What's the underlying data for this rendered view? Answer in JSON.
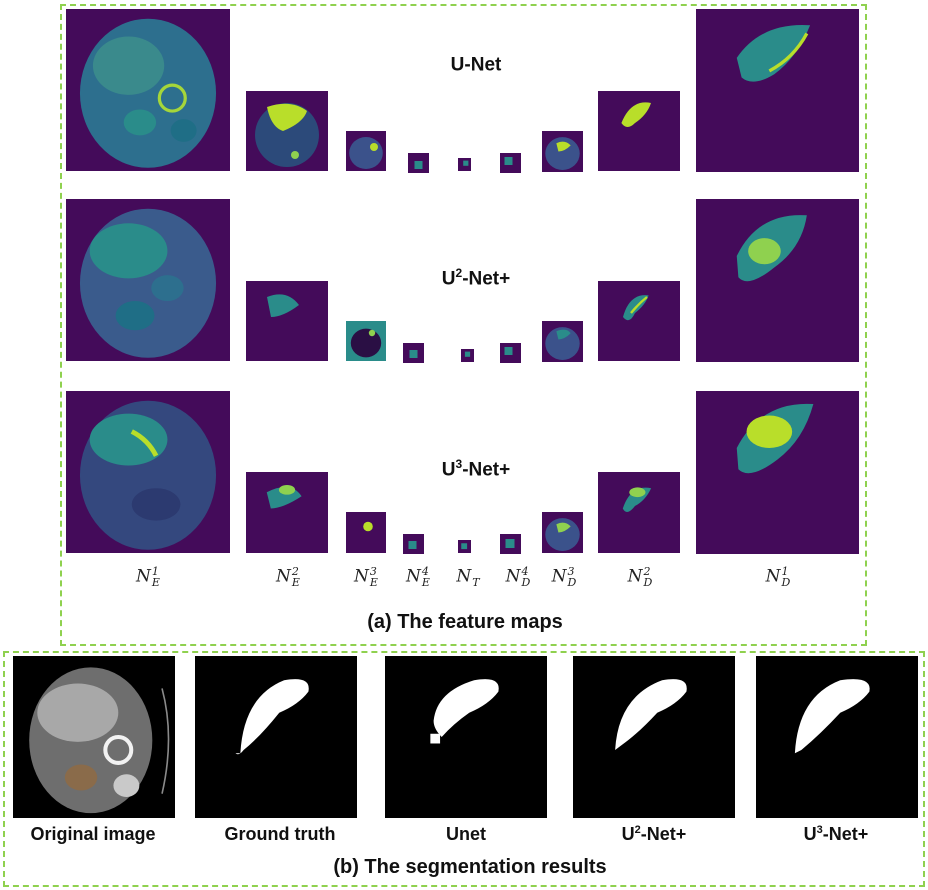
{
  "panel_a": {
    "caption": "(a) The feature maps",
    "rows": [
      {
        "label_base": "U",
        "label_sup": "",
        "label_rest": "-Net"
      },
      {
        "label_base": "U",
        "label_sup": "2",
        "label_rest": "-Net+"
      },
      {
        "label_base": "U",
        "label_sup": "3",
        "label_rest": "-Net+"
      }
    ],
    "columns": [
      {
        "n": "N",
        "sub": "E",
        "sup": "1"
      },
      {
        "n": "N",
        "sub": "E",
        "sup": "2"
      },
      {
        "n": "N",
        "sub": "E",
        "sup": "3"
      },
      {
        "n": "N",
        "sub": "E",
        "sup": "4"
      },
      {
        "n": "N",
        "sub": "T",
        "sup": ""
      },
      {
        "n": "N",
        "sub": "D",
        "sup": "4"
      },
      {
        "n": "N",
        "sub": "D",
        "sup": "3"
      },
      {
        "n": "N",
        "sub": "D",
        "sup": "2"
      },
      {
        "n": "N",
        "sub": "D",
        "sup": "1"
      }
    ],
    "colors": {
      "background": "#440b5a",
      "mid": "#2a8c8a",
      "high": "#b9de2a"
    }
  },
  "panel_b": {
    "caption": "(b) The segmentation results",
    "items": [
      {
        "label_base": "Original image",
        "label_sup": "",
        "label_rest": ""
      },
      {
        "label_base": "Ground truth",
        "label_sup": "",
        "label_rest": ""
      },
      {
        "label_base": "Unet",
        "label_sup": "",
        "label_rest": ""
      },
      {
        "label_base": "U",
        "label_sup": "2",
        "label_rest": "-Net+"
      },
      {
        "label_base": "U",
        "label_sup": "3",
        "label_rest": "-Net+"
      }
    ]
  },
  "border_color": "#8fd14f"
}
